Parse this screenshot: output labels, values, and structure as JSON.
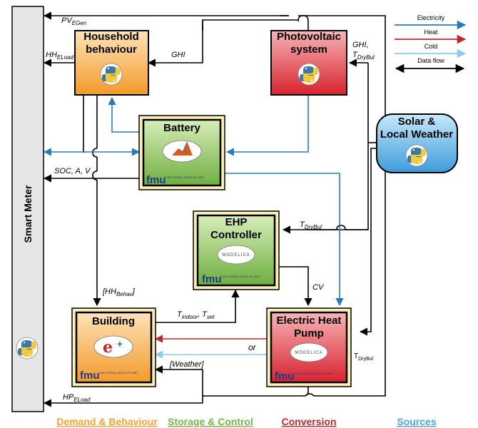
{
  "colors": {
    "electricity": "#2a7ab8",
    "heat": "#c1272d",
    "cold": "#8ecbef",
    "dataflow": "#000000",
    "demand": "#f7a233",
    "storage": "#79b34a",
    "conversion": "#c1272d",
    "sources": "#49a7e0"
  },
  "boxes": {
    "smart_meter": "Smart Meter",
    "household": [
      "Household",
      "behaviour"
    ],
    "pv": [
      "Photovoltaic",
      "system"
    ],
    "battery": "Battery",
    "solar": [
      "Solar &",
      "Local Weather"
    ],
    "ehp_controller": [
      "EHP",
      "Controller"
    ],
    "building": "Building",
    "heat_pump": [
      "Electric Heat",
      "Pump"
    ]
  },
  "icons": {
    "python": "python-logo-icon",
    "matlab": "matlab-logo-icon",
    "modelica": "modelica-logo-icon",
    "energyplus": "energyplus-logo-icon",
    "fmu": "fmu-logo-icon"
  },
  "fmu": {
    "text": "fmu",
    "sub": "FUNCTIONAL MOCK-UP UNIT"
  },
  "modelica_text": "MODELICA",
  "labels": {
    "pv_egen": {
      "main": "PV",
      "sub": "EGen"
    },
    "hh_eload": {
      "main": "HH",
      "sub": "ELoad"
    },
    "ghi_left": "GHI",
    "ghi_right": "GHI,",
    "t_drybul_top": {
      "main": "T",
      "sub": "DryBul"
    },
    "soc": "SOC, A, V",
    "t_drybul_mid": {
      "main": "T",
      "sub": "DryBul"
    },
    "hh_behav": {
      "main": "[HH",
      "sub": "Behav",
      "end": "]"
    },
    "cv": "CV",
    "t_indoor": {
      "main": "T",
      "sub": "indoor",
      "mid": ", T",
      "sub2": "set"
    },
    "or": "or",
    "weather": "[Weather]",
    "t_drybul_bottom": {
      "main": "T",
      "sub": "DryBul"
    },
    "hp_eload": {
      "main": "HP",
      "sub": "ELoad"
    }
  },
  "legend": [
    "Electricity",
    "Heat",
    "Cold",
    "Data flow"
  ],
  "categories": [
    "Demand & Behaviour",
    "Storage & Control",
    "Conversion",
    "Sources"
  ]
}
